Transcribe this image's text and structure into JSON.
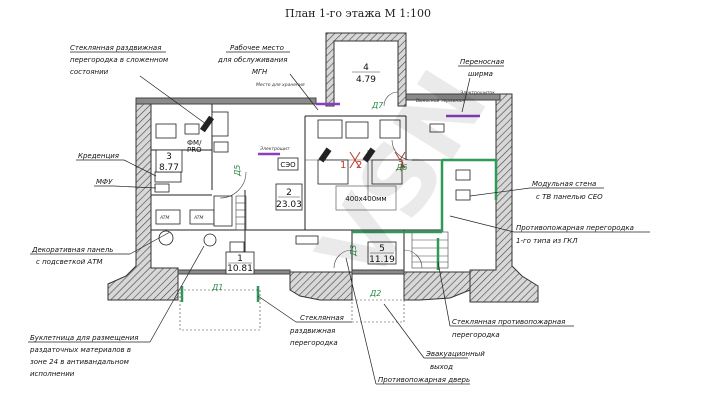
{
  "title": "План 1-го этажа М 1:100",
  "watermark": "VSN",
  "rooms": [
    {
      "num": "1",
      "area": "10.81"
    },
    {
      "num": "2",
      "area": "23.03"
    },
    {
      "num": "3",
      "area": "8.77"
    },
    {
      "num": "4",
      "area": "4.79"
    },
    {
      "num": "5",
      "area": "11.19"
    }
  ],
  "tags": {
    "fm_pro": "ФМ/ PRO",
    "seo": "СЭО",
    "hatch_size": "400х400мм",
    "atm1": "ATM",
    "atm2": "ATM"
  },
  "doors": [
    "Д1",
    "Д2",
    "Д3",
    "Д5",
    "Д6",
    "Д7",
    "Д8"
  ],
  "red_numbers": [
    "1",
    "2",
    "3"
  ],
  "annotations": {
    "glass_sliding": "Стеклянная раздвижная перегородка в сложенном состоянии",
    "workplace": "Рабочее место для обслуживания МГН",
    "portable_screen": "Переносная ширма",
    "credenza": "Креденция",
    "mfu": "МФУ",
    "modular_wall": "Модульная стена с ТВ панелью СЕО",
    "partition_gkl": "Противопожарная перегородка 1-го типа из ГКЛ",
    "deco_panel": "Декоративная панель с подсветкой АТМ",
    "booklet": "Буклетница для размещения раздаточных материалов в зоне 24 в антивандальном исполнении",
    "glass_partition": "Стеклянная раздвижная перегородка",
    "glass_fire": "Стеклянная противопожарная перегородка",
    "evac_exit": "Эвакуационный выход",
    "fire_door": "Противопожарная дверь"
  },
  "small_notes": {
    "n1": "Место для хранения",
    "n2": "Выносной терминал",
    "n3": "Электрощит",
    "n4": "Электрощиток"
  }
}
